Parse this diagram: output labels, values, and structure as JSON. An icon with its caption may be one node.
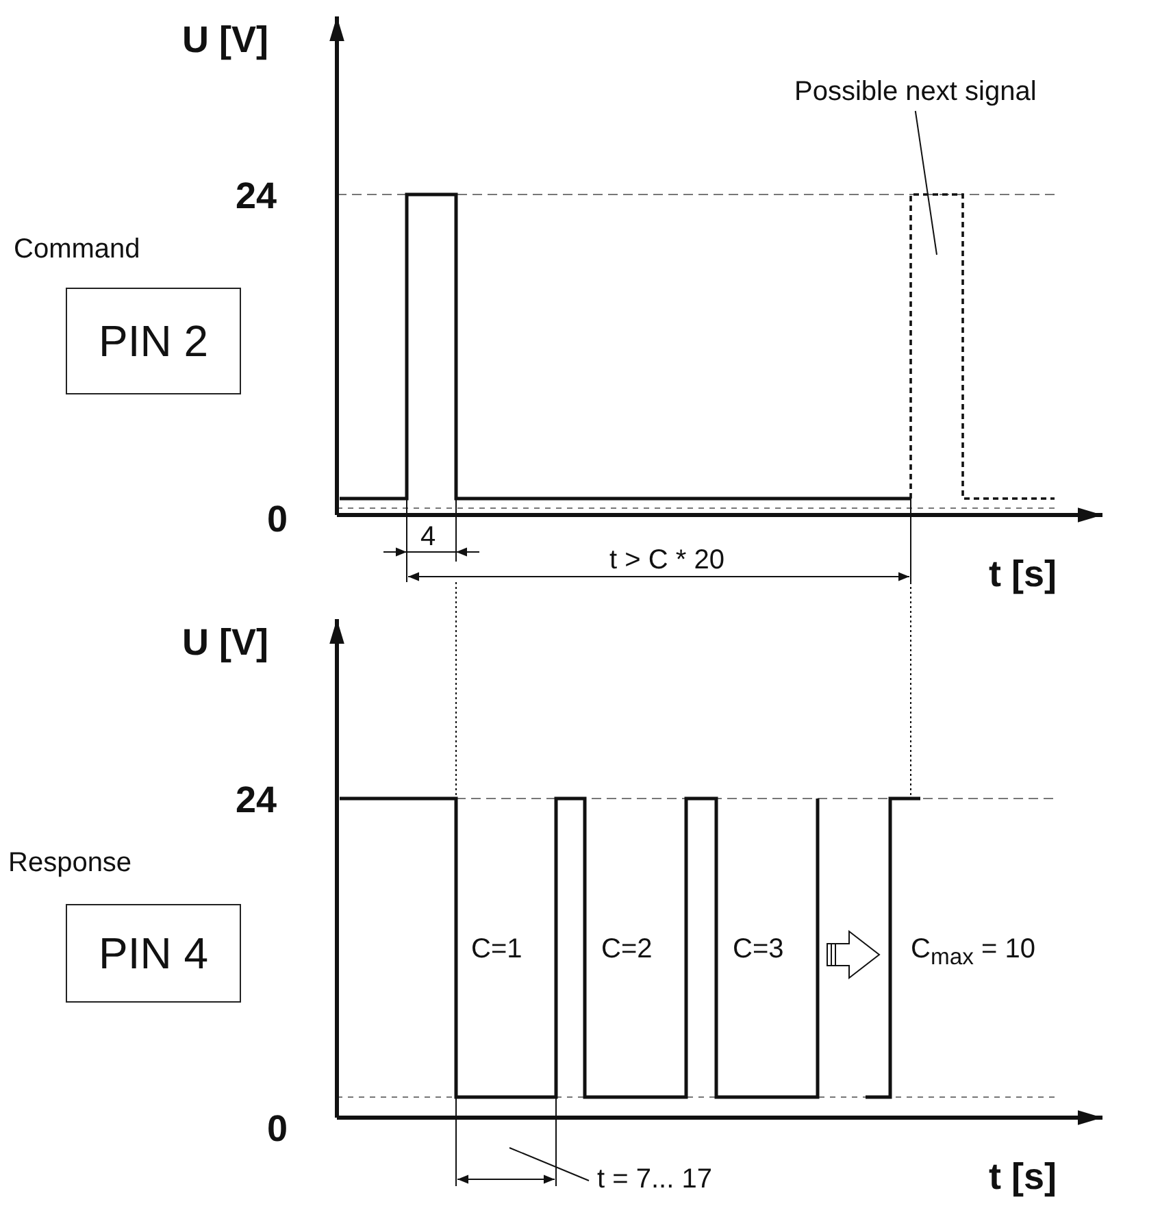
{
  "diagram": {
    "nodes": [
      {
        "text": [
          "Command",
          "PIN 2"
        ]
      },
      {
        "text": [
          "Possible next signal"
        ]
      },
      {
        "text": [
          "Response",
          "PIN 4"
        ]
      },
      {
        "text": [
          "t = 7... 17"
        ]
      }
    ],
    "edges": [
      {
        "from": 1,
        "to": null,
        "arrow": "none"
      },
      {
        "from": 3,
        "to": null,
        "arrow": "none"
      }
    ],
    "labels": [
      "U [V]",
      "24",
      "0",
      "4",
      "t > C * 20",
      "t [s]",
      "U [V]",
      "24",
      "C=1",
      "C=2",
      "C=3",
      "C$_{max}$ = 10",
      "0",
      "t [s]"
    ]
  }
}
